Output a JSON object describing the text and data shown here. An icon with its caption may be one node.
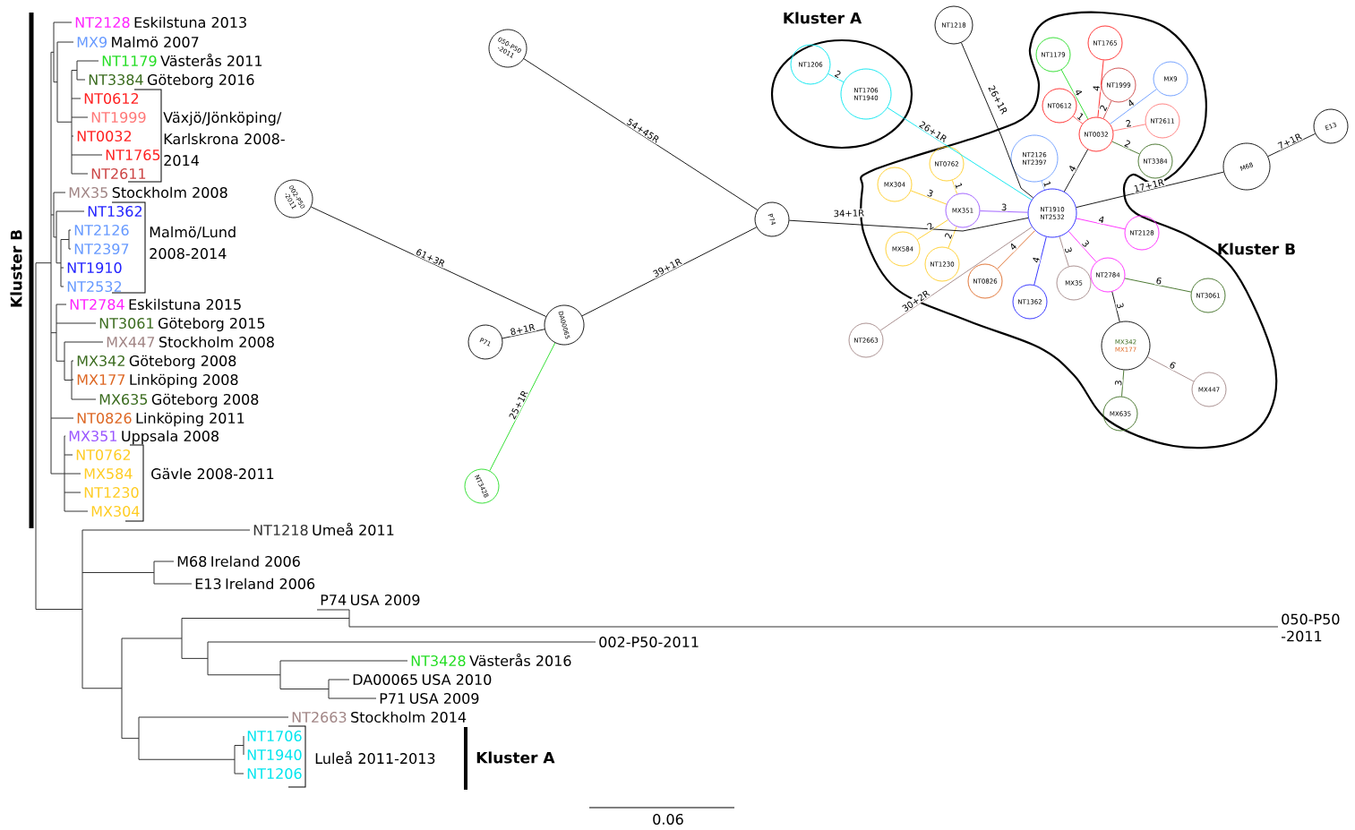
{
  "diagram": {
    "nodes": [
      {
        "text": [
          "Kluster A"
        ]
      },
      {
        "text": [
          "NT1206"
        ],
        "in": 0
      },
      {
        "text": [
          "NT1706",
          "NT1940"
        ],
        "in": 0
      },
      {
        "text": [
          "Kluster B"
        ]
      },
      {
        "text": [
          "NT1218"
        ]
      },
      {
        "text": [
          "NT1179"
        ],
        "in": 3
      },
      {
        "text": [
          "NT1765"
        ],
        "in": 3
      },
      {
        "text": [
          "NT0612"
        ],
        "in": 3
      },
      {
        "text": [
          "NT1999"
        ],
        "in": 3
      },
      {
        "text": [
          "MX9"
        ],
        "in": 3
      },
      {
        "text": [
          "NT0032"
        ],
        "in": 3
      },
      {
        "text": [
          "NT2611"
        ],
        "in": 3
      },
      {
        "text": [
          "NT3384"
        ],
        "in": 3
      },
      {
        "text": [
          "M68"
        ]
      },
      {
        "text": [
          "E13"
        ]
      },
      {
        "text": [
          "NT2126",
          "NT2397"
        ],
        "in": 3
      },
      {
        "text": [
          "NT0762"
        ],
        "in": 3
      },
      {
        "text": [
          "MX304"
        ],
        "in": 3
      },
      {
        "text": [
          "MX351"
        ],
        "in": 3
      },
      {
        "text": [
          "NT1910",
          "NT2532"
        ],
        "in": 3
      },
      {
        "text": [
          "MX584"
        ],
        "in": 3
      },
      {
        "text": [
          "NT2128"
        ],
        "in": 3
      },
      {
        "text": [
          "NT1230"
        ],
        "in": 3
      },
      {
        "text": [
          "NT0826"
        ],
        "in": 3
      },
      {
        "text": [
          "MX35"
        ],
        "in": 3
      },
      {
        "text": [
          "NT2784"
        ],
        "in": 3
      },
      {
        "text": [
          "NT3061"
        ],
        "in": 3
      },
      {
        "text": [
          "NT1362"
        ],
        "in": 3
      },
      {
        "text": [
          "NT2663"
        ]
      },
      {
        "text": [
          "MX342",
          "MX177"
        ],
        "in": 3
      },
      {
        "text": [
          "MX447"
        ],
        "in": 3
      },
      {
        "text": [
          "MX635"
        ],
        "in": 3
      },
      {
        "text": [
          "050-P50 -2011"
        ]
      },
      {
        "text": [
          "002-P50 -2011"
        ]
      },
      {
        "text": [
          "P74"
        ]
      },
      {
        "text": [
          "DA00065"
        ]
      },
      {
        "text": [
          "P71"
        ]
      },
      {
        "text": [
          "NT3428"
        ]
      }
    ],
    "edges": [
      {
        "from": 1,
        "to": 2,
        "arrow": "none",
        "label": "2",
        "color": "#00e5ee"
      },
      {
        "from": 2,
        "to": 19,
        "arrow": "none",
        "label": "26+1R",
        "color": "#00e5ee"
      },
      {
        "from": 4,
        "to": 19,
        "arrow": "none",
        "label": "26+1R"
      },
      {
        "from": 15,
        "to": 19,
        "arrow": "none",
        "label": "1",
        "color": "#6699ff"
      },
      {
        "from": 10,
        "to": 19,
        "arrow": "none",
        "label": "4"
      },
      {
        "from": 10,
        "to": 7,
        "arrow": "none",
        "label": "1",
        "color": "#ff2020"
      },
      {
        "from": 10,
        "to": 5,
        "arrow": "none",
        "label": "4",
        "color": "#22dd22"
      },
      {
        "from": 10,
        "to": 6,
        "arrow": "none",
        "label": "4",
        "color": "#ff2020"
      },
      {
        "from": 10,
        "to": 8,
        "arrow": "none",
        "label": "2",
        "color": "#cc4444"
      },
      {
        "from": 10,
        "to": 9,
        "arrow": "none",
        "label": "4",
        "color": "#6699ff"
      },
      {
        "from": 10,
        "to": 11,
        "arrow": "none",
        "label": "2",
        "color": "#ff7777"
      },
      {
        "from": 10,
        "to": 12,
        "arrow": "none",
        "label": "2",
        "color": "#3a6b1e"
      },
      {
        "from": 19,
        "to": 13,
        "arrow": "none",
        "label": "17+1R"
      },
      {
        "from": 13,
        "to": 14,
        "arrow": "none",
        "label": "7+1R"
      },
      {
        "from": 18,
        "to": 19,
        "arrow": "none",
        "label": "3",
        "color": "#9955ff"
      },
      {
        "from": 18,
        "to": 16,
        "arrow": "none",
        "label": "1",
        "color": "#ffcc22"
      },
      {
        "from": 18,
        "to": 17,
        "arrow": "none",
        "label": "3",
        "color": "#ffcc22"
      },
      {
        "from": 18,
        "to": 20,
        "arrow": "none",
        "label": "2",
        "color": "#ffcc22"
      },
      {
        "from": 18,
        "to": 22,
        "arrow": "none",
        "label": "2",
        "color": "#ffcc22"
      },
      {
        "from": 34,
        "to": 19,
        "arrow": "none",
        "label": "34+1R"
      },
      {
        "from": 19,
        "to": 21,
        "arrow": "none",
        "label": "4",
        "color": "#ff22ff"
      },
      {
        "from": 19,
        "to": 25,
        "arrow": "none",
        "label": "3",
        "color": "#ff22ff"
      },
      {
        "from": 19,
        "to": 24,
        "arrow": "none",
        "label": "3",
        "color": "#a08484"
      },
      {
        "from": 19,
        "to": 27,
        "arrow": "none",
        "label": "4",
        "color": "#2222ff"
      },
      {
        "from": 19,
        "to": 23,
        "arrow": "none",
        "label": "4",
        "color": "#dd6622"
      },
      {
        "from": 19,
        "to": 28,
        "arrow": "none",
        "label": "30+2R",
        "color": "#a08484"
      },
      {
        "from": 25,
        "to": 26,
        "arrow": "none",
        "label": "6",
        "color": "#3a6b1e"
      },
      {
        "from": 25,
        "to": 29,
        "arrow": "none",
        "label": "3"
      },
      {
        "from": 29,
        "to": 30,
        "arrow": "none",
        "label": "6",
        "color": "#a08484"
      },
      {
        "from": 29,
        "to": 31,
        "arrow": "none",
        "label": "3",
        "color": "#3a6b1e"
      },
      {
        "from": 32,
        "to": 34,
        "arrow": "none",
        "label": "54+45R"
      },
      {
        "from": 34,
        "to": 35,
        "arrow": "none",
        "label": "39+1R"
      },
      {
        "from": 33,
        "to": 35,
        "arrow": "none",
        "label": "61+3R"
      },
      {
        "from": 36,
        "to": 35,
        "arrow": "none",
        "label": "8+1R"
      },
      {
        "from": 35,
        "to": 37,
        "arrow": "none",
        "label": "25+1R",
        "color": "#22dd22"
      }
    ],
    "labels": [
      "Kluster B",
      "NT2128",
      "Eskilstuna 2013",
      "MX9",
      "Malmö 2007",
      "NT1179",
      "Västerås 2011",
      "NT3384",
      "Göteborg 2016",
      "NT0612",
      "NT1999",
      "Växjö/Jönköping/ Karlskrona 2008-2014",
      "NT0032",
      "NT1765",
      "NT2611",
      "MX35",
      "Stockholm 2008",
      "NT1362",
      "NT2126",
      "Malmö/Lund 2008-2014",
      "NT2397",
      "NT1910",
      "NT2532",
      "NT2784",
      "Eskilstuna 2015",
      "NT3061",
      "Göteborg 2015",
      "MX447",
      "Stockholm 2008",
      "MX342",
      "Göteborg 2008",
      "MX177",
      "Linköping 2008",
      "MX635",
      "Göteborg 2008",
      "NT0826",
      "Linköping 2011",
      "MX351",
      "Uppsala 2008",
      "NT0762",
      "MX584",
      "Gävle 2008-2011",
      "NT1230",
      "MX304",
      "NT1218",
      "Umeå 2011",
      "M68",
      "Ireland 2006",
      "E13",
      "Ireland 2006",
      "P74",
      "USA 2009",
      "050-P50 -2011",
      "002-P50-2011",
      "NT3428",
      "Västerås 2016",
      "DA00065",
      "USA 2010",
      "P71",
      "USA 2009",
      "NT2663",
      "Stockholm 2014",
      "NT1706",
      "NT1940",
      "Luleå 2011-2013",
      "Kluster A",
      "NT1206",
      "0.06"
    ]
  }
}
